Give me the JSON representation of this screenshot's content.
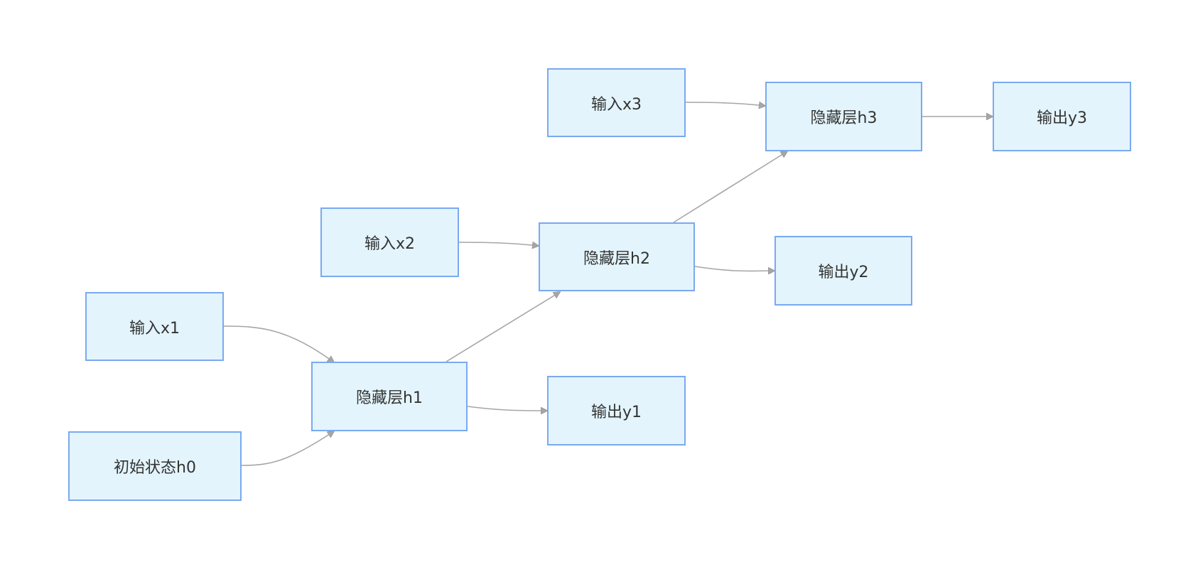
{
  "nodes": {
    "x1": {
      "label": "输入x1",
      "role": "input"
    },
    "x2": {
      "label": "输入x2",
      "role": "input"
    },
    "x3": {
      "label": "输入x3",
      "role": "input"
    },
    "h0": {
      "label": "初始状态h0",
      "role": "initial-state"
    },
    "h1": {
      "label": "隐藏层h1",
      "role": "hidden"
    },
    "h2": {
      "label": "隐藏层h2",
      "role": "hidden"
    },
    "h3": {
      "label": "隐藏层h3",
      "role": "hidden"
    },
    "y1": {
      "label": "输出y1",
      "role": "output"
    },
    "y2": {
      "label": "输出y2",
      "role": "output"
    },
    "y3": {
      "label": "输出y3",
      "role": "output"
    }
  },
  "edges": [
    {
      "from": "x1",
      "to": "h1"
    },
    {
      "from": "h0",
      "to": "h1"
    },
    {
      "from": "h1",
      "to": "y1"
    },
    {
      "from": "h1",
      "to": "h2"
    },
    {
      "from": "x2",
      "to": "h2"
    },
    {
      "from": "h2",
      "to": "y2"
    },
    {
      "from": "h2",
      "to": "h3"
    },
    {
      "from": "x3",
      "to": "h3"
    },
    {
      "from": "h3",
      "to": "y3"
    }
  ],
  "colors": {
    "node_fill": "#e3f4fc",
    "node_border": "#7aa9f0",
    "edge": "#a6a6a6",
    "arrowhead": "#a6a6a6",
    "text": "#333333"
  }
}
